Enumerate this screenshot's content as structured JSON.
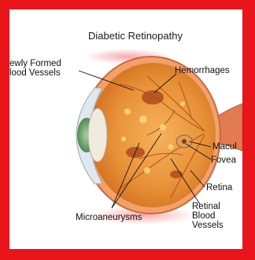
{
  "title": "Diabetic Retinopathy",
  "labels": {
    "new_vessels": "ewly Formed\nlood Vessels",
    "hemorrhages": "Hemorrhages",
    "macula": "Macul",
    "fovea": "Fovea",
    "retina": "Retina",
    "retinal_vessels": "Retinal\nBlood\nVessels",
    "microaneurysms": "Microaneurysms"
  },
  "colors": {
    "frame": "#e8151b",
    "sclera": "#f4a06a",
    "interior": "#e8913a",
    "hemorrhage": "#b04a1e"
  }
}
